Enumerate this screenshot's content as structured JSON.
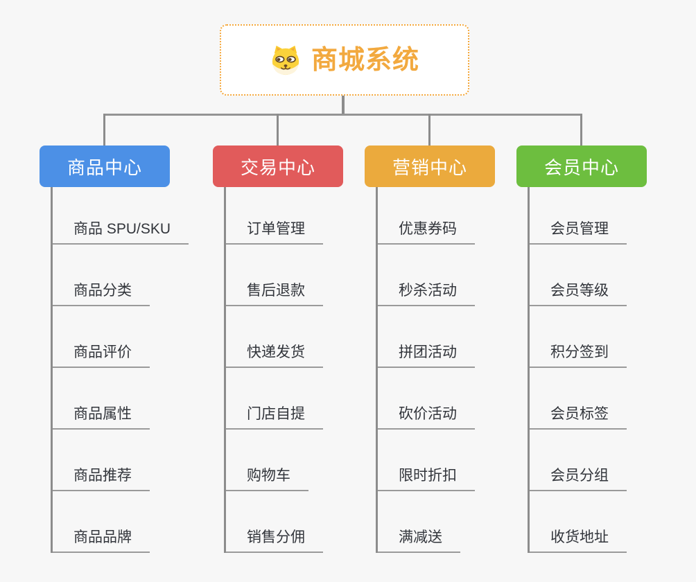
{
  "root": {
    "title": "商城系统",
    "icon": "doge-icon",
    "title_color": "#F2A93F",
    "border_color": "#F5A83C"
  },
  "connector_color": "#8C8C8C",
  "branches": [
    {
      "label": "商品中心",
      "color": "#4C90E6",
      "items": {
        "i0": "商品 SPU/SKU",
        "i1": "商品分类",
        "i2": "商品评价",
        "i3": "商品属性",
        "i4": "商品推荐",
        "i5": "商品品牌"
      }
    },
    {
      "label": "交易中心",
      "color": "#E15B5B",
      "items": {
        "i0": "订单管理",
        "i1": "售后退款",
        "i2": "快递发货",
        "i3": "门店自提",
        "i4": "购物车",
        "i5": "销售分佣"
      }
    },
    {
      "label": "营销中心",
      "color": "#EBAA3D",
      "items": {
        "i0": "优惠券码",
        "i1": "秒杀活动",
        "i2": "拼团活动",
        "i3": "砍价活动",
        "i4": "限时折扣",
        "i5": "满减送"
      }
    },
    {
      "label": "会员中心",
      "color": "#6DBE3F",
      "items": {
        "i0": "会员管理",
        "i1": "会员等级",
        "i2": "积分签到",
        "i3": "会员标签",
        "i4": "会员分组",
        "i5": "收货地址"
      }
    }
  ]
}
